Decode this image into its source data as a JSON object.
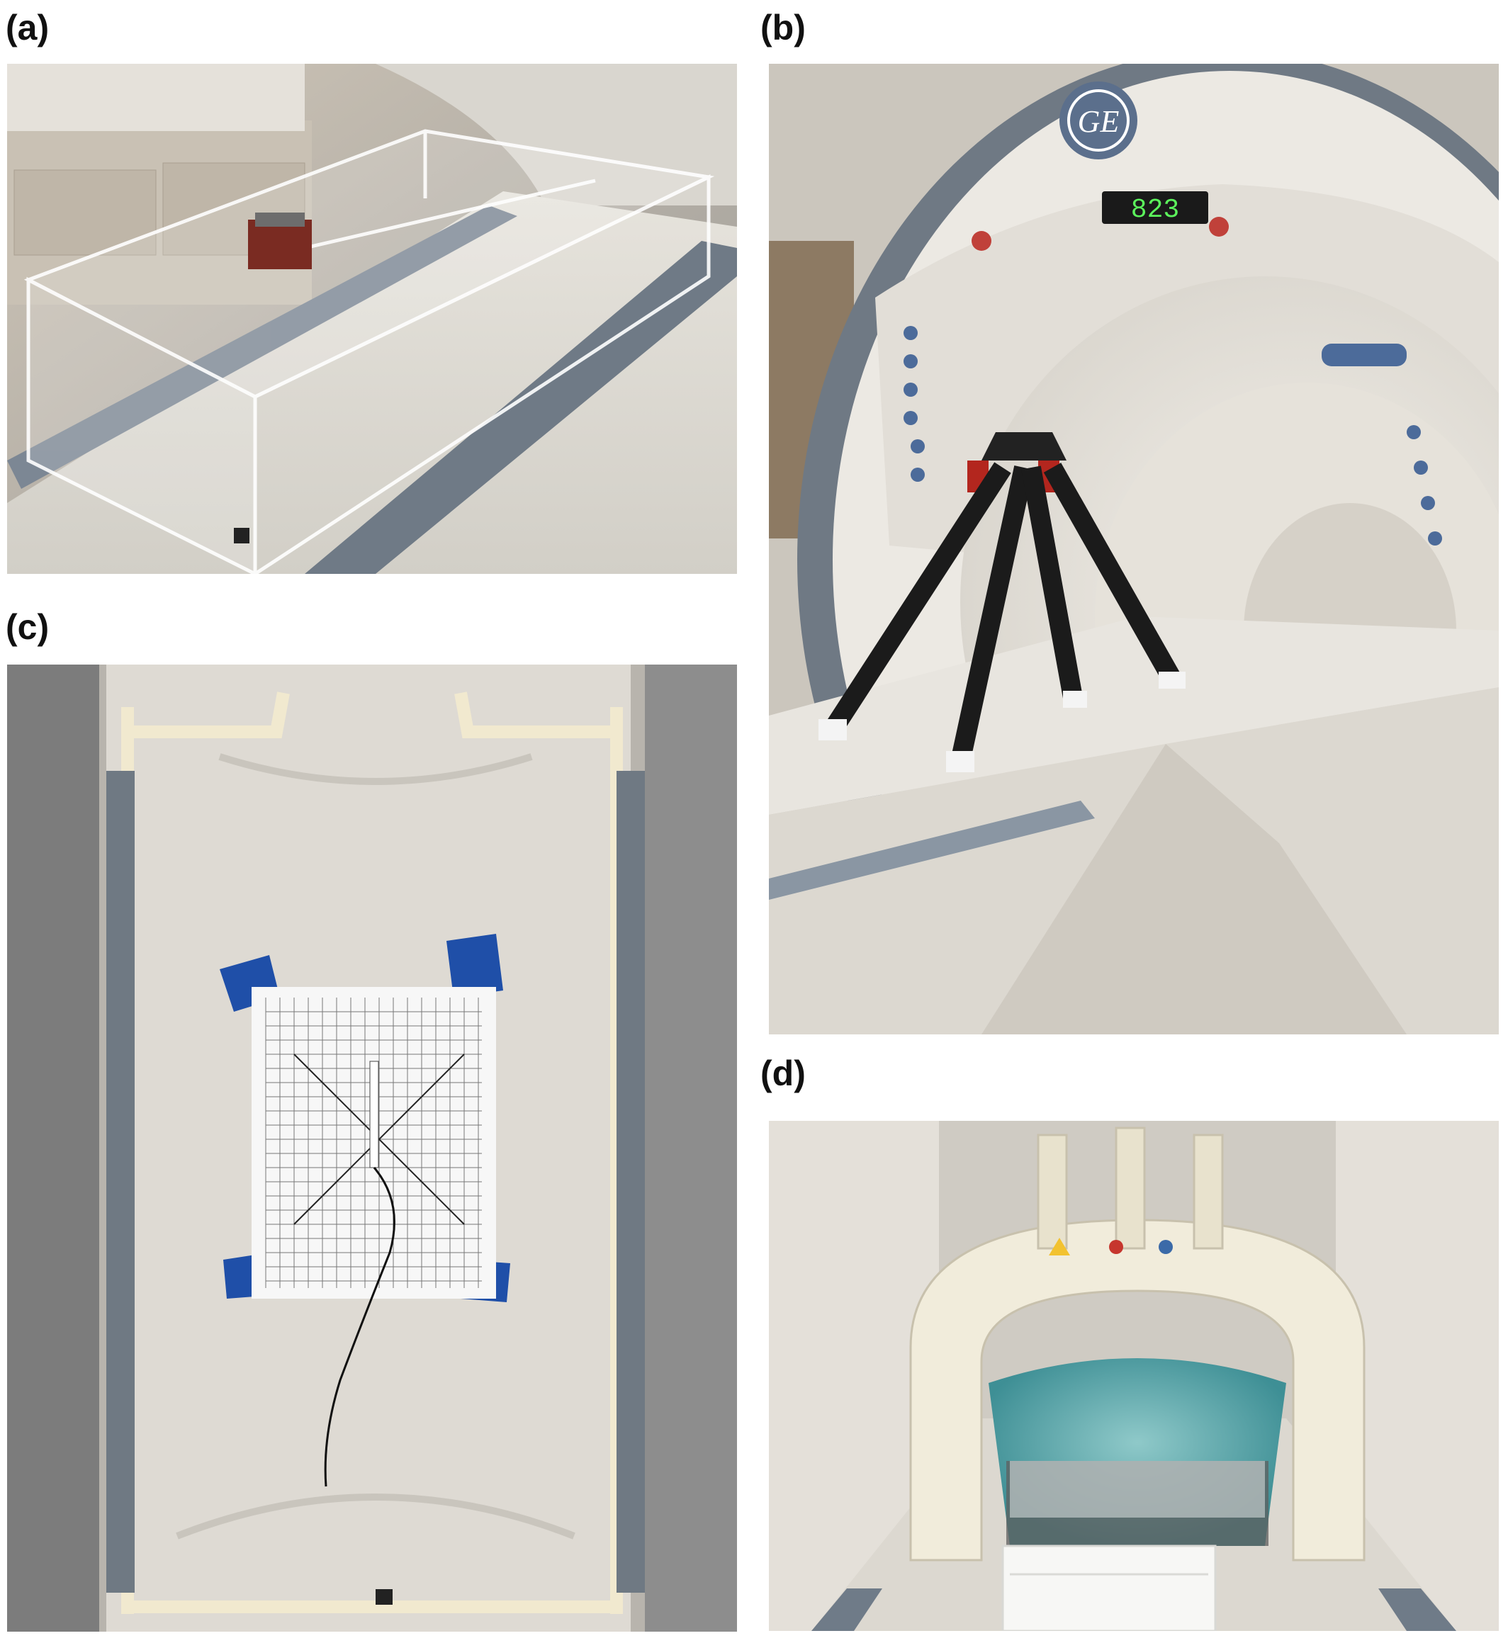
{
  "figure": {
    "panels": [
      {
        "label": "(a)"
      },
      {
        "label": "(b)",
        "scanner_brand": "GE",
        "field_display": "823"
      },
      {
        "label": "(c)"
      },
      {
        "label": "(d)"
      }
    ]
  }
}
